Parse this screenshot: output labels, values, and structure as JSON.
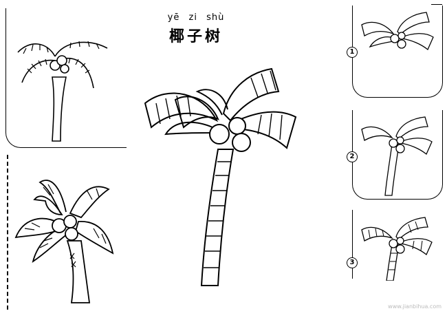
{
  "header": {
    "pinyin": "yē  zi  shù",
    "title": "椰子树"
  },
  "steps": [
    {
      "label": "1"
    },
    {
      "label": "2"
    },
    {
      "label": "3"
    }
  ],
  "watermark": "www.jianbihua.com"
}
